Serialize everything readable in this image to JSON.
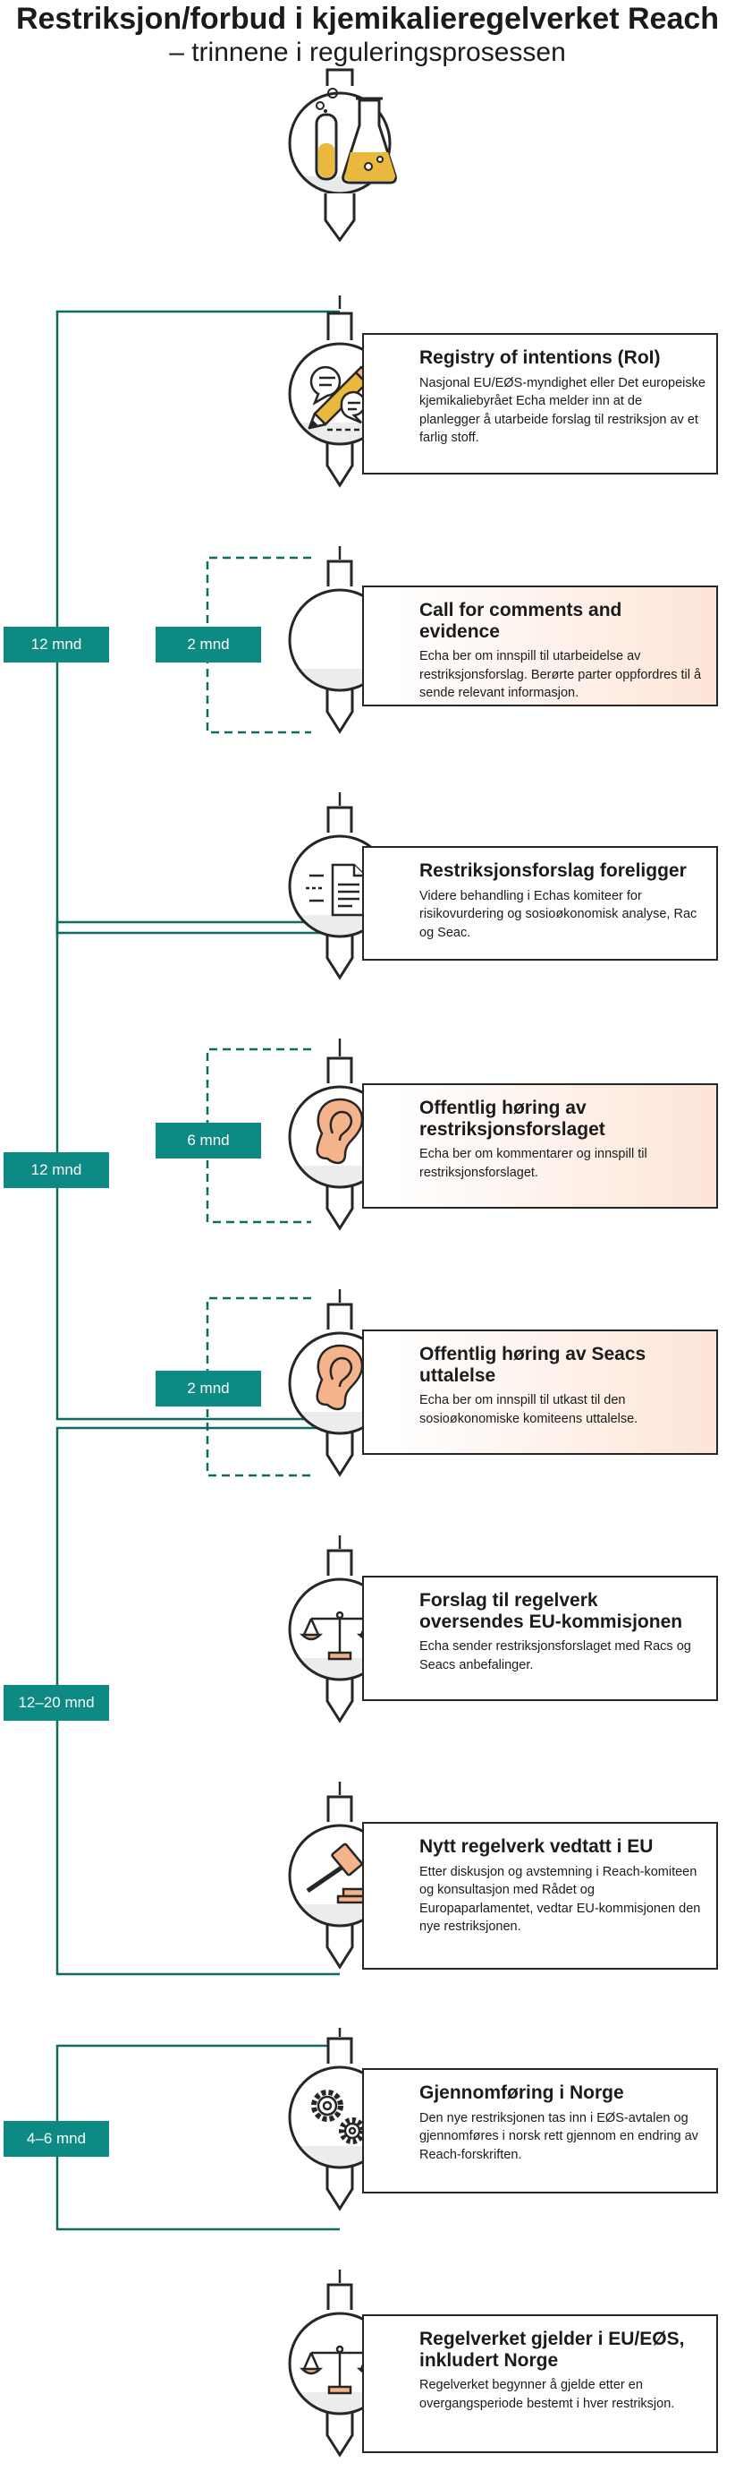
{
  "header": {
    "title": "Restriksjon/forbud i kjemikalieregelverket Reach",
    "subtitle": "– trinnene i reguleringsprosessen"
  },
  "colors": {
    "teal": "#0e8a84",
    "peach": "#f4b38a",
    "gold": "#e8b93c",
    "line": "#262626"
  },
  "steps": [
    {
      "icon": "pencil-icon",
      "title": "Registry of intentions (RoI)",
      "text": "Nasjonal EU/EØS-myndighet eller Det europeiske kjemikaliebyrået Echa melder inn at de planlegger å utarbeide forslag til restriksjon av et farlig stoff."
    },
    {
      "icon": "speech-bubbles-icon",
      "title": "Call for comments and evidence",
      "text": "Echa ber om innspill til utarbeidelse av restriksjonsforslag. Berørte parter oppfordres til å sende relevant informasjon."
    },
    {
      "icon": "document-icon",
      "title": "Restriksjonsforslag foreligger",
      "text": "Videre behandling i Echas komiteer for risikovurdering og sosioøkonomisk analyse, Rac og Seac."
    },
    {
      "icon": "ear-icon",
      "title": "Offentlig høring av restriksjonsforslaget",
      "text": "Echa ber om kommentarer og innspill til restriksjonsforslaget."
    },
    {
      "icon": "ear-icon",
      "title": "Offentlig høring av Seacs uttalelse",
      "text": "Echa ber om innspill til utkast til den sosioøkonomiske komiteens uttalelse."
    },
    {
      "icon": "scales-icon",
      "title": "Forslag til regelverk oversendes EU-kommisjonen",
      "text": "Echa sender restriksjonsforslaget med Racs og Seacs anbefalinger."
    },
    {
      "icon": "gavel-icon",
      "title": "Nytt regelverk vedtatt i EU",
      "text": "Etter diskusjon og avstemning i Reach-komiteen og konsultasjon med Rådet og Europaparlamentet, vedtar EU-kommisjonen den nye restriksjonen."
    },
    {
      "icon": "gears-icon",
      "title": "Gjennomføring i Norge",
      "text": "Den nye restriksjonen tas inn i EØS-avtalen og gjennomføres i norsk rett gjennom en endring av Reach-forskriften."
    },
    {
      "icon": "scales-icon",
      "title": "Regelverket gjelder i EU/EØS, inkludert Norge",
      "text": "Regelverket begynner å gjelde etter en overgangsperiode bestemt i hver restriksjon."
    }
  ],
  "durations": [
    {
      "label": "12 mnd"
    },
    {
      "label": "2 mnd"
    },
    {
      "label": "12 mnd"
    },
    {
      "label": "6 mnd"
    },
    {
      "label": "2 mnd"
    },
    {
      "label": "12–20 mnd"
    },
    {
      "label": "4–6 mnd"
    }
  ]
}
